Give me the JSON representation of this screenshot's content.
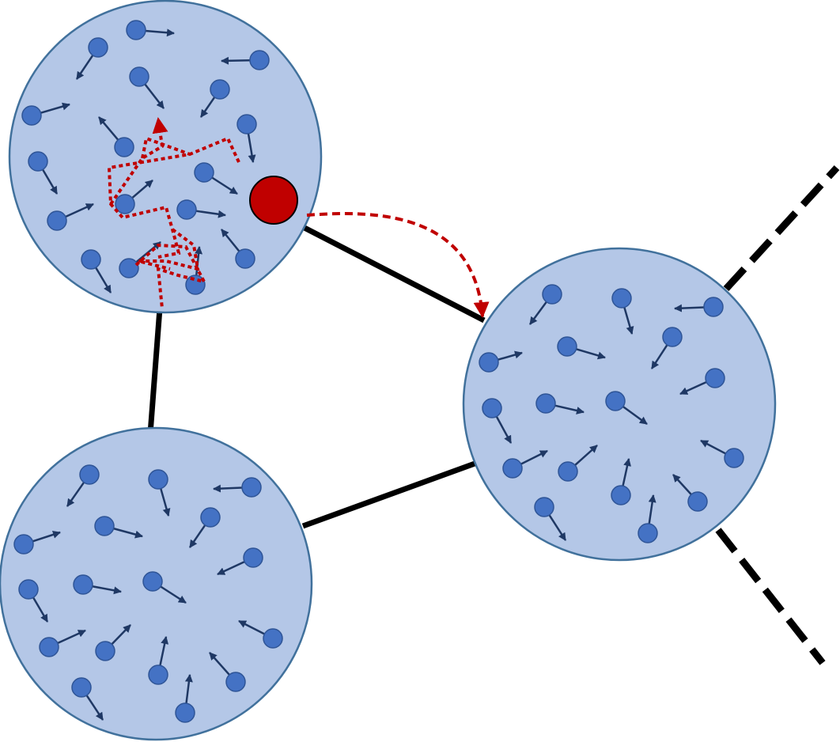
{
  "colors": {
    "background": "#ffffff",
    "node_fill": "#b4c7e7",
    "node_stroke": "#41719c",
    "particle_fill": "#4472c4",
    "particle_stroke": "#2f5597",
    "velocity_arrow": "#1f3864",
    "edge": "#000000",
    "tracer_fill": "#c00000",
    "tracer_path": "#c00000"
  },
  "nodes": [
    "cluster-top-left",
    "cluster-right",
    "cluster-bottom-left"
  ],
  "edges": [
    {
      "from": "cluster-top-left",
      "to": "cluster-bottom-left",
      "style": "solid"
    },
    {
      "from": "cluster-top-left",
      "to": "cluster-right",
      "style": "solid"
    },
    {
      "from": "cluster-bottom-left",
      "to": "cluster-right",
      "style": "solid"
    },
    {
      "from": "cluster-right",
      "to": "off-canvas-upper",
      "style": "dashed"
    },
    {
      "from": "cluster-right",
      "to": "off-canvas-lower",
      "style": "dashed"
    }
  ],
  "tracer": {
    "node": "cluster-top-left",
    "hops_to": "cluster-right",
    "icon": "red-tracer-particle"
  },
  "icons": {
    "particle": "particle-icon",
    "velocity": "velocity-arrow-icon",
    "tracer": "tracer-particle-icon"
  }
}
